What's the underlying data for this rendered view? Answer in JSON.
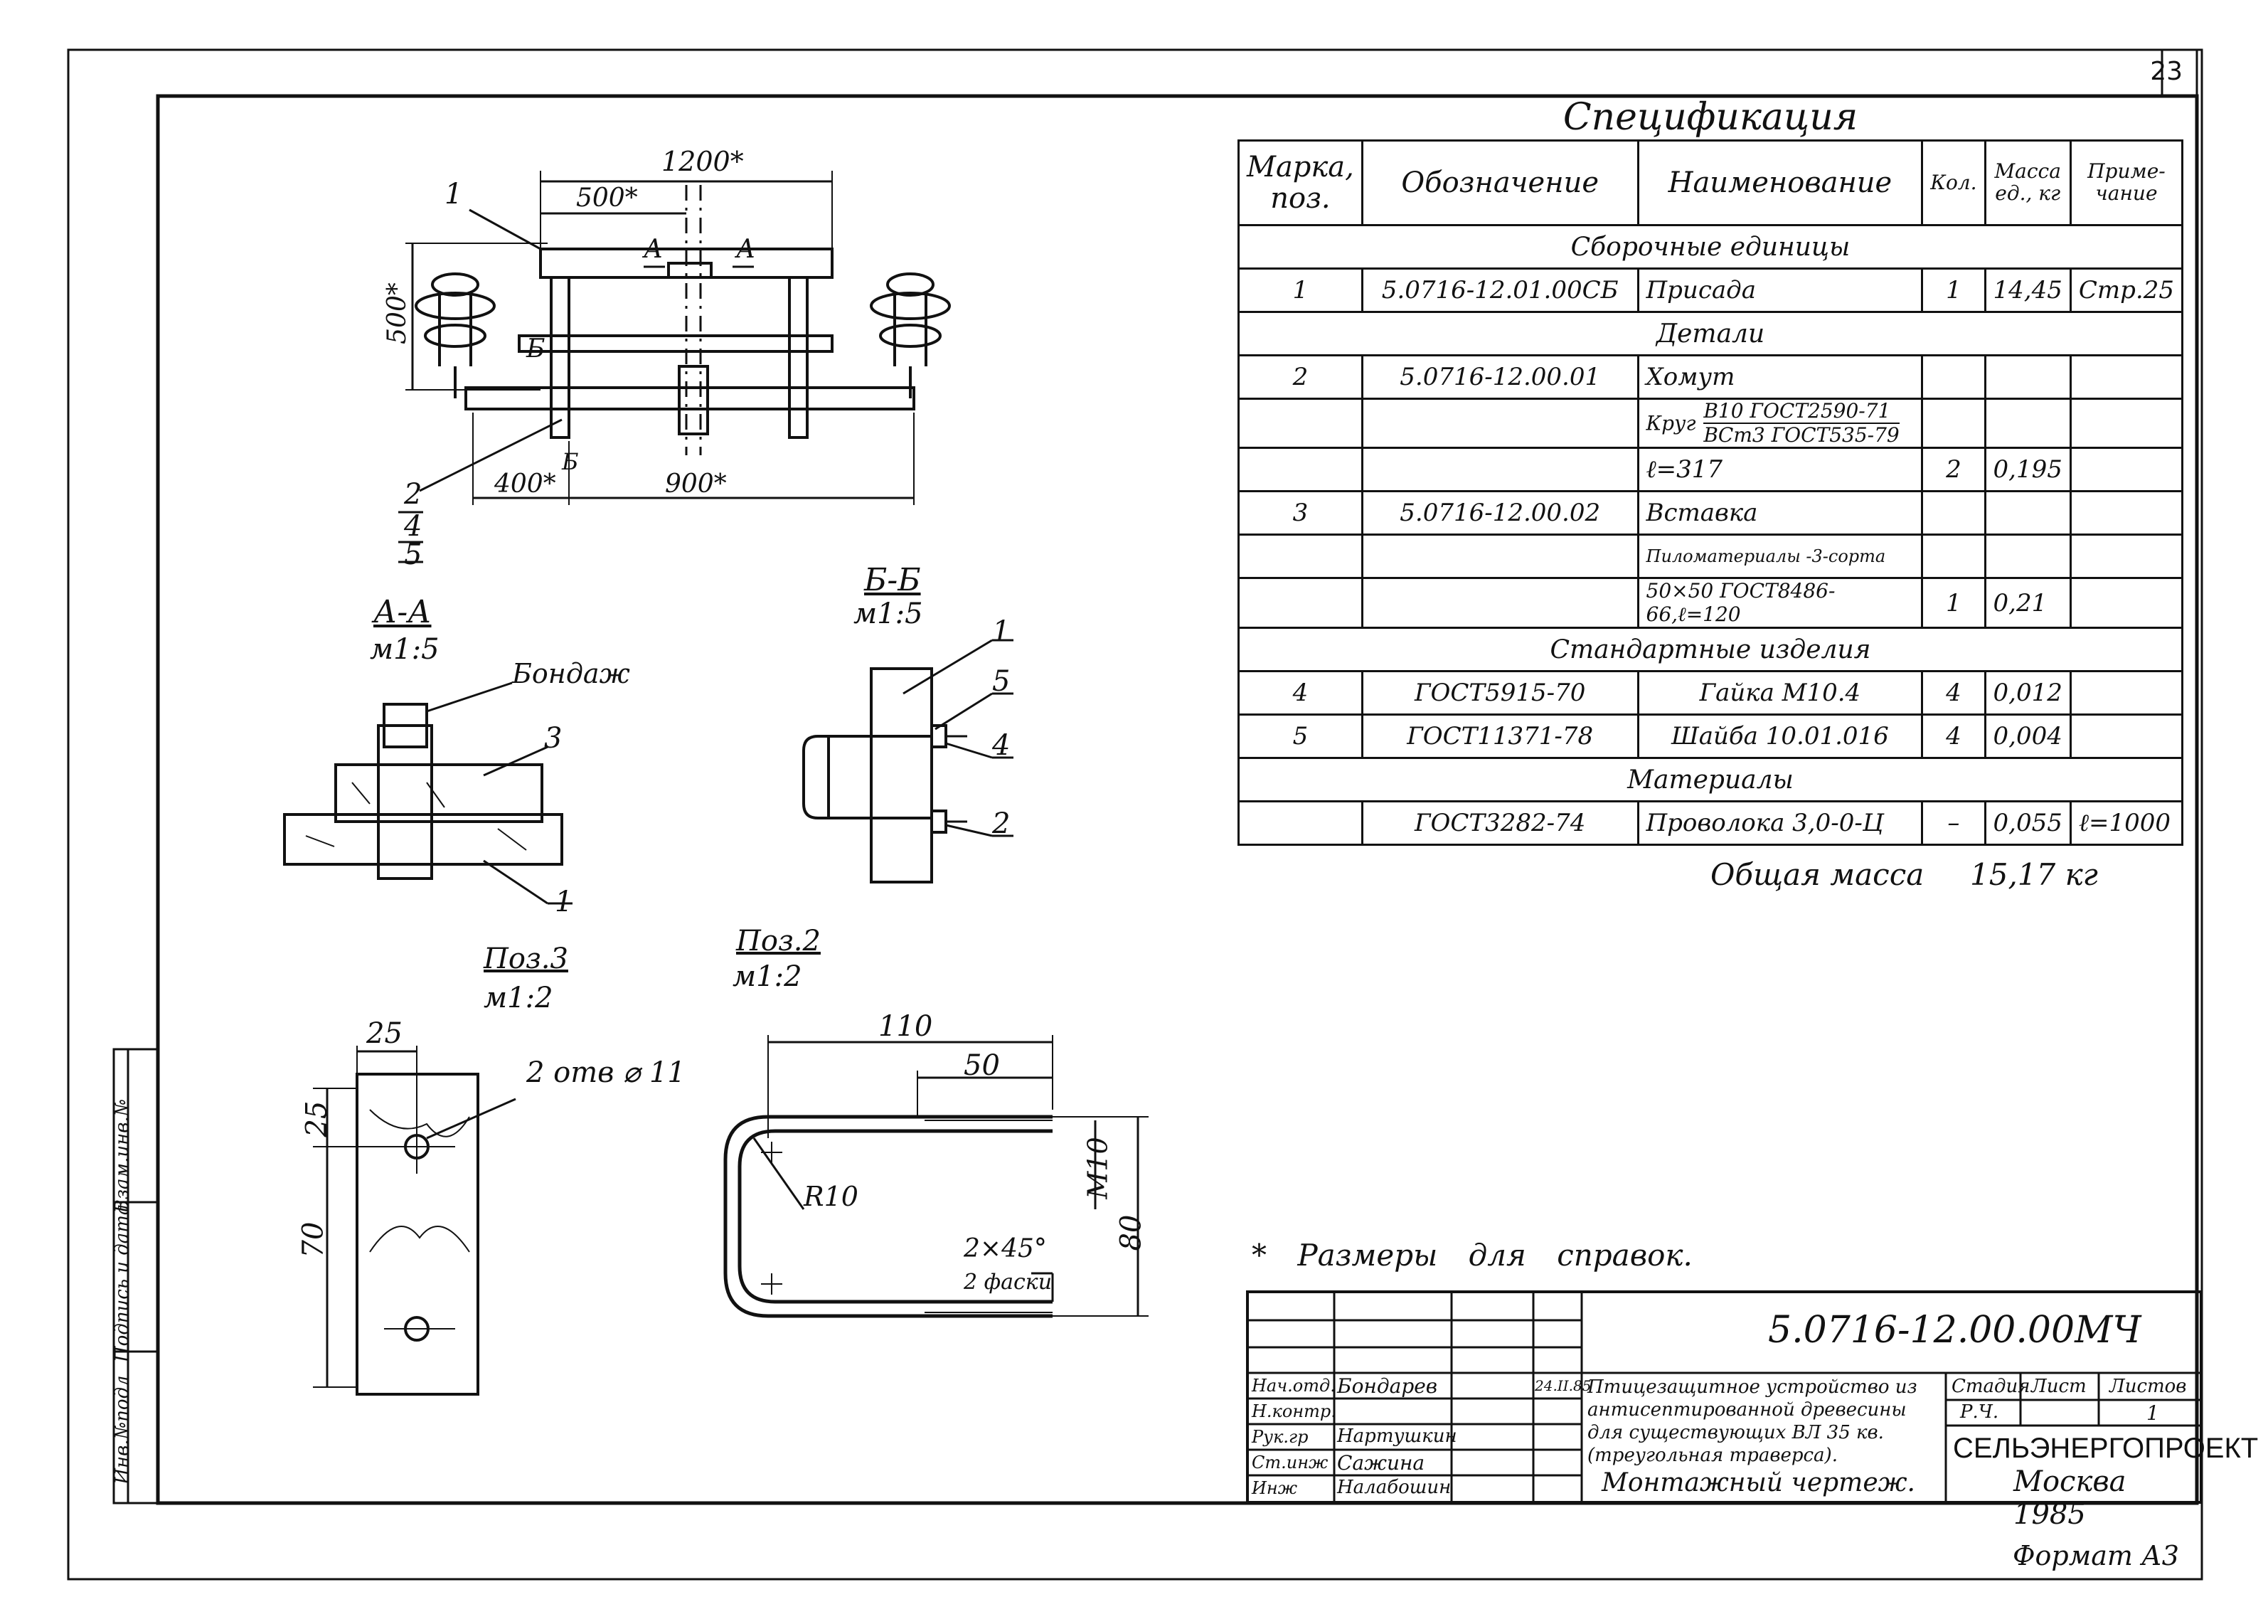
{
  "page_number": "23",
  "spec": {
    "title": "Спецификация",
    "headers": [
      "Марка, поз.",
      "Обозначение",
      "Наименование",
      "Кол.",
      "Масса ед., кг",
      "Приме- чание"
    ],
    "sections": {
      "assembly": "Сборочные единицы",
      "details": "Детали",
      "standard": "Стандартные изделия",
      "materials": "Материалы"
    },
    "rows": [
      {
        "mark": "1",
        "code": "5.0716-12.01.00СБ",
        "name": "Присада",
        "qty": "1",
        "mass": "14,45",
        "note": "Стр.25"
      },
      {
        "mark": "2",
        "code": "5.0716-12.00.01",
        "name": "Хомут",
        "qty": "",
        "mass": "",
        "note": ""
      },
      {
        "mark": "",
        "code": "",
        "name_prefix": "Круг",
        "name_top": "B10 ГОСТ2590-71",
        "name_bottom": "ВСт3 ГОСТ535-79",
        "qty": "",
        "mass": "",
        "note": ""
      },
      {
        "mark": "",
        "code": "",
        "name": "ℓ=317",
        "qty": "2",
        "mass": "0,195",
        "note": ""
      },
      {
        "mark": "3",
        "code": "5.0716-12.00.02",
        "name": "Вставка",
        "qty": "",
        "mass": "",
        "note": ""
      },
      {
        "mark": "",
        "code": "",
        "name": "Пиломатериалы -3-сорта",
        "qty": "",
        "mass": "",
        "note": ""
      },
      {
        "mark": "",
        "code": "",
        "name": "50×50 ГОСТ8486-66,ℓ=120",
        "qty": "1",
        "mass": "0,21",
        "note": ""
      },
      {
        "mark": "4",
        "code": "ГОСТ5915-70",
        "name": "Гайка М10.4",
        "qty": "4",
        "mass": "0,012",
        "note": ""
      },
      {
        "mark": "5",
        "code": "ГОСТ11371-78",
        "name": "Шайба 10.01.016",
        "qty": "4",
        "mass": "0,004",
        "note": ""
      },
      {
        "mark": "",
        "code": "ГОСТ3282-74",
        "name": "Проволока 3,0-0-Ц",
        "qty": "–",
        "mass": "0,055",
        "note": "ℓ=1000"
      }
    ],
    "total_label": "Общая масса",
    "total_value": "15,17 кг"
  },
  "views": {
    "main": {
      "dims": {
        "width": "1200*",
        "left": "500*",
        "height": "500*",
        "bottom_left": "400*",
        "bottom_mid": "900*"
      },
      "labels": {
        "pos1": "1",
        "pos2": "2",
        "pos4": "4",
        "pos5": "5",
        "sec_a1": "А",
        "sec_a2": "А",
        "sec_b1": "Б",
        "sec_b2": "Б"
      }
    },
    "aa": {
      "title": "А-А",
      "scale": "м1:5",
      "bandage": "Бондаж",
      "p3": "3",
      "p1": "1"
    },
    "bb": {
      "title": "Б-Б",
      "scale": "м1:5",
      "p1": "1",
      "p5": "5",
      "p4": "4",
      "p2": "2"
    },
    "pos3": {
      "title": "Поз.3",
      "scale": "м1:2",
      "w": "25",
      "top": "25",
      "len": "70",
      "holes": "2 отв ⌀ 11"
    },
    "pos2": {
      "title": "Поз.2",
      "scale": "м1:2",
      "len": "110",
      "thread": "50",
      "radius": "R10",
      "m10": "М10",
      "h": "80",
      "chamfer": "2×45°",
      "chamfer_note": "2 фаски"
    }
  },
  "note": "* Размеры для справок.",
  "title_block": {
    "doc_code": "5.0716-12.00.00МЧ",
    "roles": [
      {
        "role": "Нач.отд.",
        "name": "Бондарев",
        "date": "24.II.85"
      },
      {
        "role": "Н.контр.",
        "name": "",
        "date": ""
      },
      {
        "role": "Рук.гр",
        "name": "Нартушкин",
        "date": ""
      },
      {
        "role": "Ст.инж",
        "name": "Сажина",
        "date": ""
      },
      {
        "role": "Инж",
        "name": "Налабошин",
        "date": ""
      }
    ],
    "description": "Птицезащитное устройство из антисептированной древесины для существующих ВЛ 35 кв. (треугольная траверса).",
    "description_2": "Монтажный чертеж.",
    "stage_label": "Стадия",
    "sheet_label": "Лист",
    "sheets_label": "Листов",
    "stage": "Р.Ч.",
    "sheet": "",
    "sheets": "1",
    "org": "СЕЛЬЭНЕРГОПРОЕКТ",
    "city_year": "Москва 1985"
  },
  "side_stamp": [
    "Инв.№подл",
    "Подпись и дата",
    "Взам.инв.№"
  ],
  "format": "Формат А3"
}
